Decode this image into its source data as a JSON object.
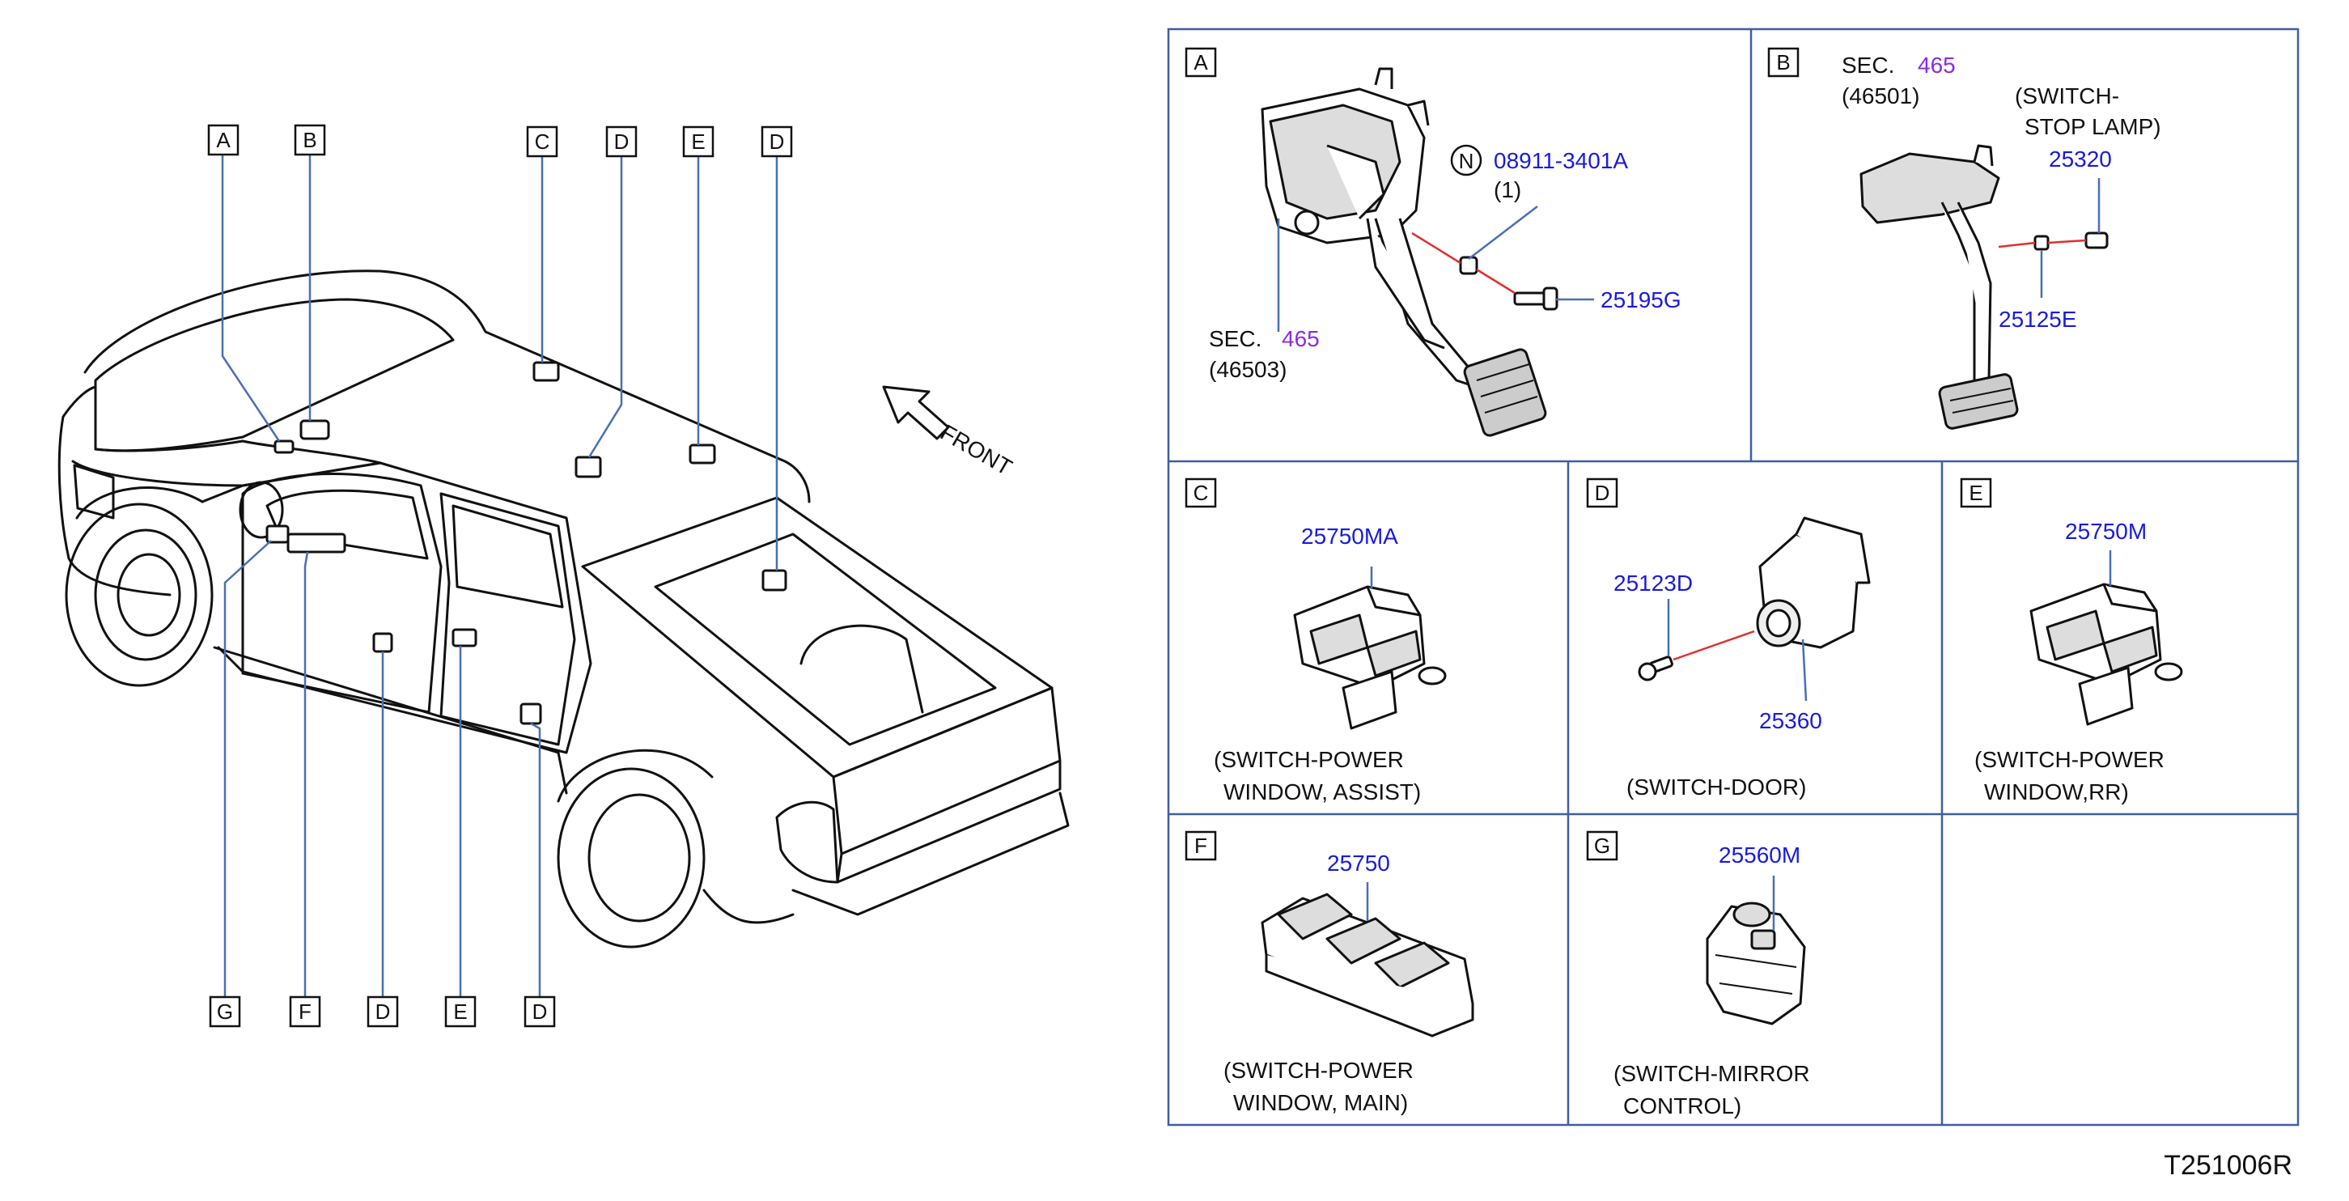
{
  "diagram_id": "T251006R",
  "front_label": "FRONT",
  "colors": {
    "part_number": "#1a1adc",
    "section": "#8a2be2",
    "leader": "#4a6fb0",
    "panel_border": "#3f5f9f",
    "dash": "#e03030"
  },
  "car_callouts_top": [
    "A",
    "B",
    "C",
    "D",
    "E",
    "D"
  ],
  "car_callouts_bottom": [
    "G",
    "F",
    "D",
    "E",
    "D"
  ],
  "panels": {
    "A": {
      "letter": "A",
      "sec_prefix": "SEC.",
      "sec_num": "465",
      "sec_sub": "(46503)",
      "nut_symbol": "N",
      "nut_part": "08911-3401A",
      "nut_qty": "(1)",
      "bolt_part": "25195G"
    },
    "B": {
      "letter": "B",
      "sec_prefix": "SEC.",
      "sec_num": "465",
      "sec_sub": "(46501)",
      "caption_line1": "(SWITCH-",
      "caption_line2": "STOP  LAMP)",
      "switch_part": "25320",
      "clip_part": "25125E"
    },
    "C": {
      "letter": "C",
      "part": "25750MA",
      "caption_line1": "(SWITCH-POWER",
      "caption_line2": "WINDOW,   ASSIST)"
    },
    "D": {
      "letter": "D",
      "screw_part": "25123D",
      "switch_part": "25360",
      "caption": "(SWITCH-DOOR)"
    },
    "E": {
      "letter": "E",
      "part": "25750M",
      "caption_line1": "(SWITCH-POWER",
      "caption_line2": "WINDOW,RR)"
    },
    "F": {
      "letter": "F",
      "part": "25750",
      "caption_line1": "(SWITCH-POWER",
      "caption_line2": "WINDOW,   MAIN)"
    },
    "G": {
      "letter": "G",
      "part": "25560M",
      "caption_line1": "(SWITCH-MIRROR",
      "caption_line2": "CONTROL)"
    }
  }
}
